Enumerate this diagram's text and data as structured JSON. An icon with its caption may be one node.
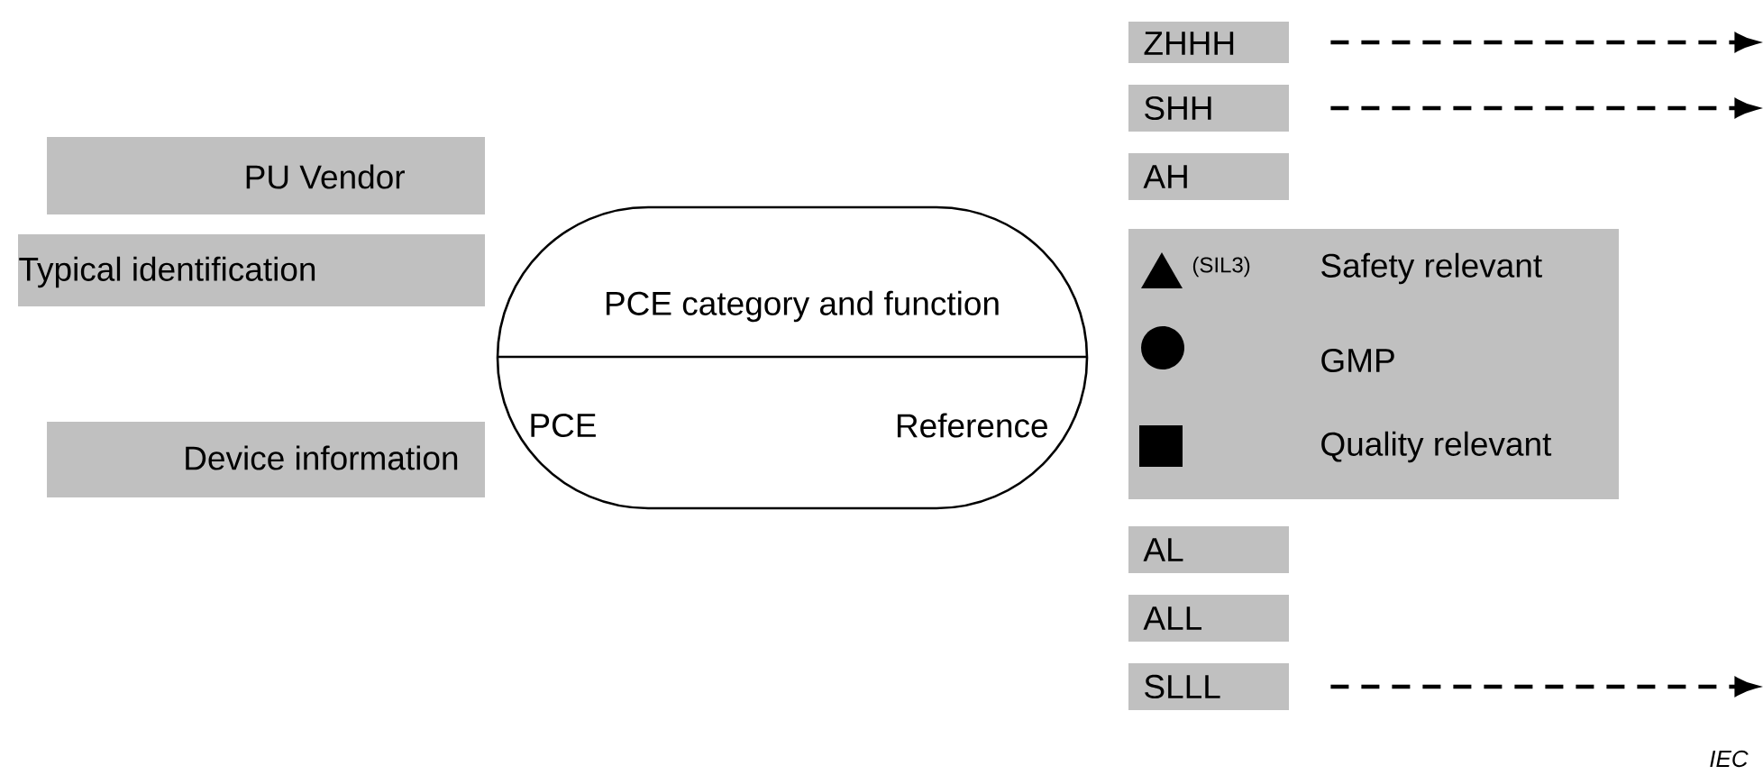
{
  "diagram": {
    "nodes": [
      {
        "text": [
          "PU Vendor"
        ]
      },
      {
        "text": [
          "Typical identification"
        ]
      },
      {
        "text": [
          "Device information"
        ]
      },
      {
        "text": [
          "PCE category and function",
          "PCE",
          "Reference"
        ]
      },
      {
        "text": [
          "ZHHH"
        ]
      },
      {
        "text": [
          "SHH"
        ]
      },
      {
        "text": [
          "AH"
        ]
      },
      {
        "text": [
          "(SIL3)",
          "Safety relevant",
          "GMP",
          "Quality relevant"
        ]
      },
      {
        "text": [
          "AL"
        ]
      },
      {
        "text": [
          "ALL"
        ]
      },
      {
        "text": [
          "SLLL"
        ]
      }
    ],
    "edges": [
      {
        "from": 4,
        "to": null,
        "arrow": "to",
        "style": "dashed"
      },
      {
        "from": 5,
        "to": null,
        "arrow": "to",
        "style": "dashed"
      },
      {
        "from": 10,
        "to": null,
        "arrow": "to",
        "style": "dashed"
      }
    ],
    "labels": [
      "IEC"
    ]
  }
}
